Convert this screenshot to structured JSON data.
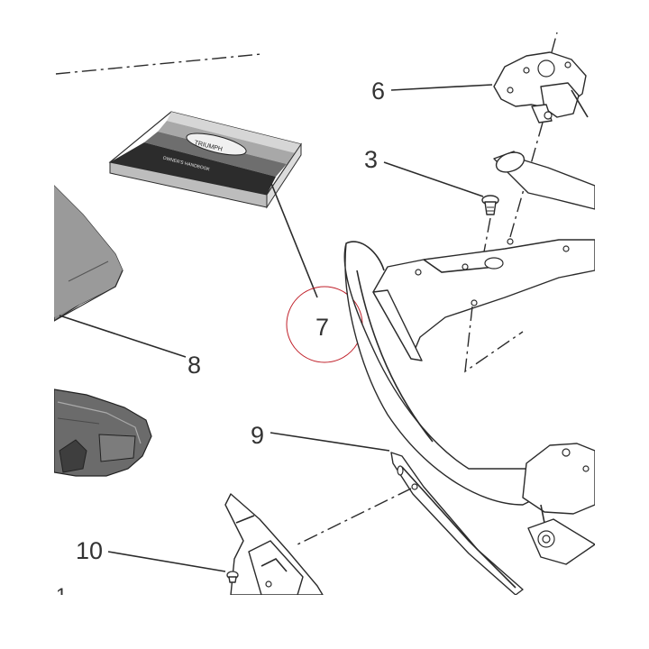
{
  "callouts": [
    {
      "id": "6",
      "text": "6"
    },
    {
      "id": "3",
      "text": "3"
    },
    {
      "id": "7",
      "text": "7"
    },
    {
      "id": "8",
      "text": "8"
    },
    {
      "id": "9",
      "text": "9"
    },
    {
      "id": "10",
      "text": "10"
    },
    {
      "id": "1",
      "text": "1"
    }
  ],
  "highlight_color": "#c0202a",
  "booklet": {
    "line1": "TRIUMPH",
    "line2": "OWNER'S HANDBOOK"
  }
}
